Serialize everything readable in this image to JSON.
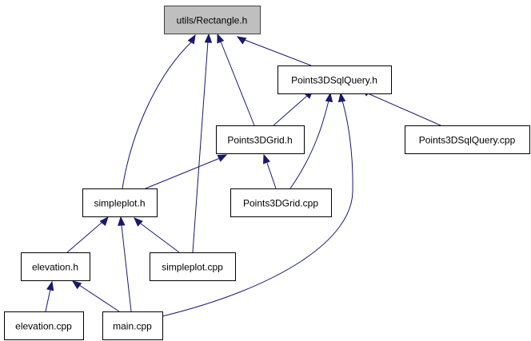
{
  "diagram": {
    "type": "include-dependency-graph",
    "edge_color": "#191970",
    "root_fill": "#bfbfbf",
    "nodes": [
      {
        "id": "rect",
        "label": "utils/Rectangle.h",
        "root": true
      },
      {
        "id": "sqlh",
        "label": "Points3DSqlQuery.h"
      },
      {
        "id": "gridh",
        "label": "Points3DGrid.h"
      },
      {
        "id": "sqlcpp",
        "label": "Points3DSqlQuery.cpp"
      },
      {
        "id": "sph",
        "label": "simpleplot.h"
      },
      {
        "id": "gridcpp",
        "label": "Points3DGrid.cpp"
      },
      {
        "id": "elevh",
        "label": "elevation.h"
      },
      {
        "id": "spcpp",
        "label": "simpleplot.cpp"
      },
      {
        "id": "elevcpp",
        "label": "elevation.cpp"
      },
      {
        "id": "main",
        "label": "main.cpp"
      }
    ],
    "edges": [
      {
        "from": "sph",
        "to": "rect"
      },
      {
        "from": "spcpp",
        "to": "rect"
      },
      {
        "from": "gridh",
        "to": "rect"
      },
      {
        "from": "sqlh",
        "to": "rect"
      },
      {
        "from": "gridh",
        "to": "sqlh"
      },
      {
        "from": "gridcpp",
        "to": "sqlh"
      },
      {
        "from": "main",
        "to": "sqlh"
      },
      {
        "from": "sqlcpp",
        "to": "sqlh"
      },
      {
        "from": "sph",
        "to": "gridh"
      },
      {
        "from": "gridcpp",
        "to": "gridh"
      },
      {
        "from": "elevh",
        "to": "sph"
      },
      {
        "from": "main",
        "to": "sph"
      },
      {
        "from": "spcpp",
        "to": "sph"
      },
      {
        "from": "elevcpp",
        "to": "elevh"
      },
      {
        "from": "main",
        "to": "elevh"
      }
    ]
  }
}
